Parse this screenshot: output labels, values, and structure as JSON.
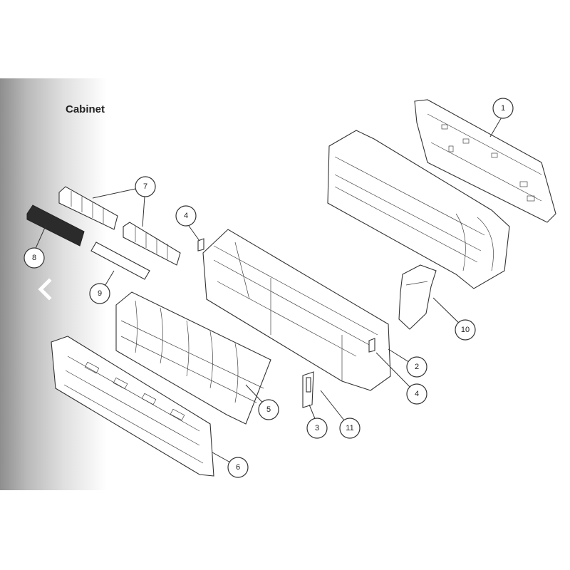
{
  "diagram": {
    "title": "Cabinet",
    "callouts": [
      "1",
      "2",
      "3",
      "4",
      "4",
      "5",
      "6",
      "7",
      "8",
      "9",
      "10",
      "11"
    ]
  },
  "navigation": {
    "icon": "chevron-left-icon"
  }
}
